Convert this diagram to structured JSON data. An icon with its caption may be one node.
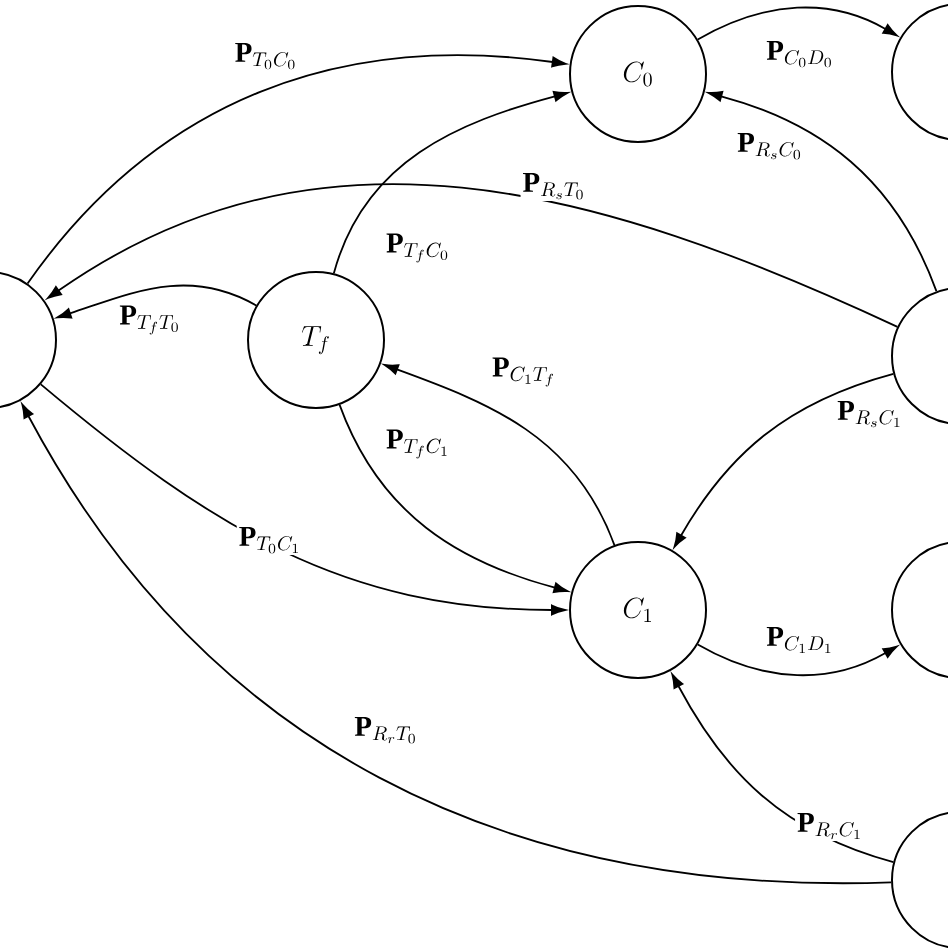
{
  "diagram": {
    "nodes": [
      {
        "text": [],
        "shape": "circle"
      },
      {
        "text": [
          "T_f"
        ]
      },
      {
        "text": [
          "C_0"
        ]
      },
      {
        "text": [],
        "shape": "circle"
      },
      {
        "text": [],
        "shape": "circle"
      },
      {
        "text": [
          "C_1"
        ]
      },
      {
        "text": [],
        "shape": "circle"
      },
      {
        "text": [],
        "shape": "circle"
      }
    ],
    "edges": [
      {
        "from": 0,
        "to": 2,
        "arrow": "to",
        "label": "\\mathbf{P}_{T_0C_0}"
      },
      {
        "from": 1,
        "to": 2,
        "arrow": "to",
        "label": "\\mathbf{P}_{T_fC_0}"
      },
      {
        "from": 4,
        "to": 0,
        "arrow": "to",
        "label": "\\mathbf{P}_{R_sT_0}"
      },
      {
        "from": 1,
        "to": 0,
        "arrow": "to",
        "label": "\\mathbf{P}_{T_fT_0}"
      },
      {
        "from": 2,
        "to": 3,
        "arrow": "to",
        "label": "\\mathbf{P}_{C_0D_0}"
      },
      {
        "from": 4,
        "to": 2,
        "arrow": "to",
        "label": "\\mathbf{P}_{R_sC_0}"
      },
      {
        "from": 5,
        "to": 1,
        "arrow": "to",
        "label": "\\mathbf{P}_{C_1T_f}"
      },
      {
        "from": 1,
        "to": 5,
        "arrow": "to",
        "label": "\\mathbf{P}_{T_fC_1}"
      },
      {
        "from": 4,
        "to": 5,
        "arrow": "to",
        "label": "\\mathbf{P}_{R_sC_1}"
      },
      {
        "from": 0,
        "to": 5,
        "arrow": "to",
        "label": "\\mathbf{P}_{T_0C_1}"
      },
      {
        "from": 5,
        "to": 6,
        "arrow": "to",
        "label": "\\mathbf{P}_{C_1D_1}"
      },
      {
        "from": 7,
        "to": 0,
        "arrow": "to",
        "label": "\\mathbf{P}_{R_rT_0}"
      },
      {
        "from": 7,
        "to": 5,
        "arrow": "to",
        "label": "\\mathbf{P}_{R_rC_1}"
      }
    ]
  }
}
